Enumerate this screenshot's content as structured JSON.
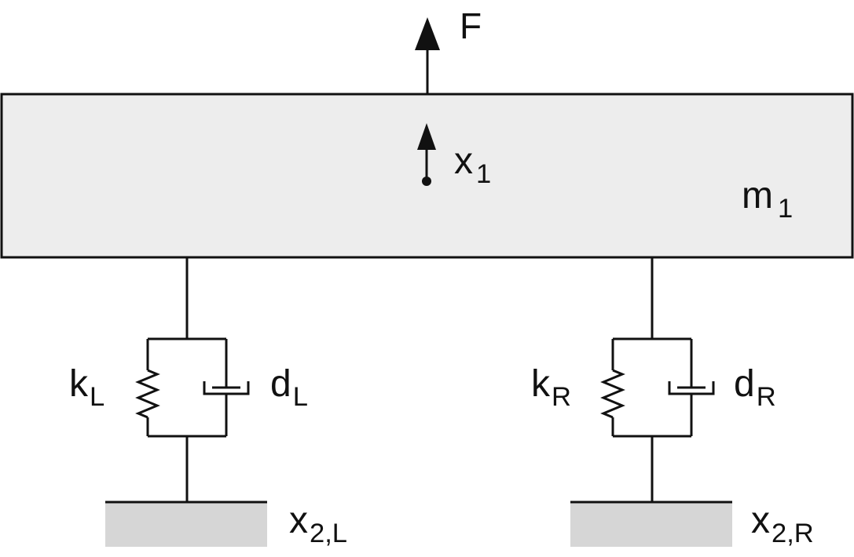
{
  "colors": {
    "stroke": "#111111",
    "mass_fill": "#ededed",
    "ground_fill": "#d6d6d6",
    "background": "#ffffff"
  },
  "labels": {
    "force": "F",
    "x1": {
      "main": "x",
      "sub": "1"
    },
    "mass": {
      "main": "m",
      "sub": "1"
    },
    "spring_left": {
      "main": "k",
      "sub": "L"
    },
    "damper_left": {
      "main": "d",
      "sub": "L"
    },
    "spring_right": {
      "main": "k",
      "sub": "R"
    },
    "damper_right": {
      "main": "d",
      "sub": "R"
    },
    "ground_left": {
      "main": "x",
      "sub": "2,L"
    },
    "ground_right": {
      "main": "x",
      "sub": "2,R"
    }
  }
}
